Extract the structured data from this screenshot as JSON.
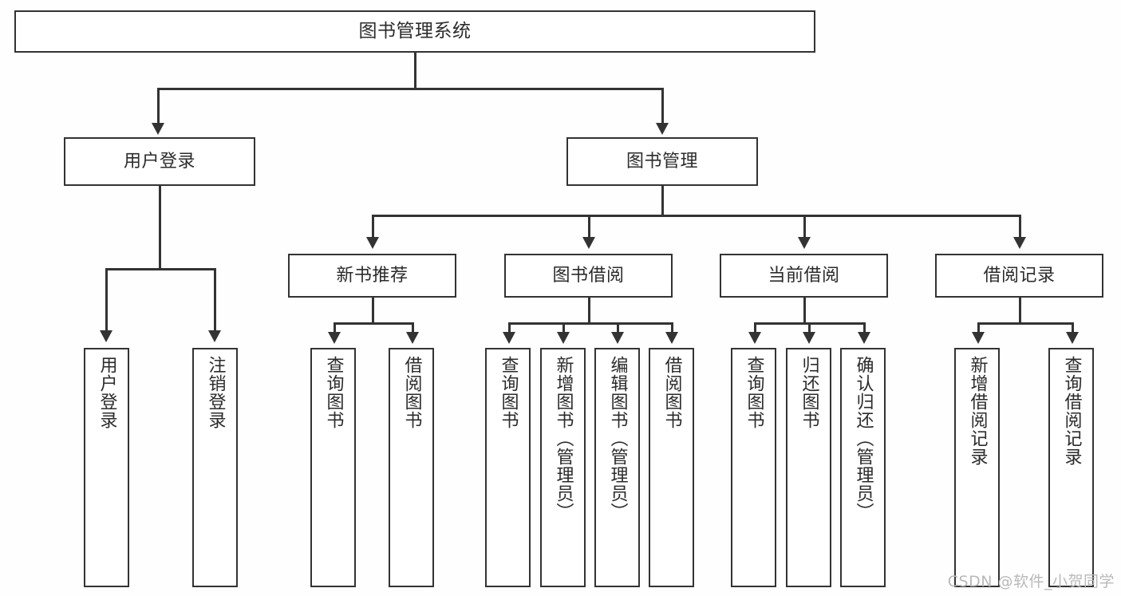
{
  "diagram": {
    "title": "图书管理系统",
    "watermark": "CSDN @软件_小贺同学",
    "colors": {
      "line": "#333333",
      "box_border": "#333333",
      "box_fill": "#ffffff",
      "text": "#2b2b2b",
      "background": "#fefefe",
      "watermark": "#b9b9b9"
    },
    "root": {
      "label": "图书管理系统"
    },
    "level2": [
      {
        "label": "用户登录"
      },
      {
        "label": "图书管理"
      }
    ],
    "level3": [
      {
        "label": "新书推荐"
      },
      {
        "label": "图书借阅"
      },
      {
        "label": "当前借阅"
      },
      {
        "label": "借阅记录"
      }
    ],
    "leaves": {
      "user_login": [
        {
          "label": "用户登录"
        },
        {
          "label": "注销登录"
        }
      ],
      "new_book": [
        {
          "label": "查询图书"
        },
        {
          "label": "借阅图书"
        }
      ],
      "book_borrow": [
        {
          "label": "查询图书"
        },
        {
          "label": "新增图书（管理员）"
        },
        {
          "label": "编辑图书（管理员）"
        },
        {
          "label": "借阅图书"
        }
      ],
      "current_borrow": [
        {
          "label": "查询图书"
        },
        {
          "label": "归还图书"
        },
        {
          "label": "确认归还（管理员）"
        }
      ],
      "borrow_record": [
        {
          "label": "新增借阅记录"
        },
        {
          "label": "查询借阅记录"
        }
      ]
    }
  },
  "chart_data": {
    "type": "diagram",
    "diagram_kind": "tree / functional decomposition",
    "title": "图书管理系统",
    "orientation": "top-down",
    "nodes": [
      {
        "id": "root",
        "label": "图书管理系统",
        "level": 0,
        "parent": null
      },
      {
        "id": "n1",
        "label": "用户登录",
        "level": 1,
        "parent": "root"
      },
      {
        "id": "n2",
        "label": "图书管理",
        "level": 1,
        "parent": "root"
      },
      {
        "id": "n1a",
        "label": "用户登录",
        "level": 2,
        "parent": "n1"
      },
      {
        "id": "n1b",
        "label": "注销登录",
        "level": 2,
        "parent": "n1"
      },
      {
        "id": "n2a",
        "label": "新书推荐",
        "level": 2,
        "parent": "n2"
      },
      {
        "id": "n2b",
        "label": "图书借阅",
        "level": 2,
        "parent": "n2"
      },
      {
        "id": "n2c",
        "label": "当前借阅",
        "level": 2,
        "parent": "n2"
      },
      {
        "id": "n2d",
        "label": "借阅记录",
        "level": 2,
        "parent": "n2"
      },
      {
        "id": "n2a1",
        "label": "查询图书",
        "level": 3,
        "parent": "n2a"
      },
      {
        "id": "n2a2",
        "label": "借阅图书",
        "level": 3,
        "parent": "n2a"
      },
      {
        "id": "n2b1",
        "label": "查询图书",
        "level": 3,
        "parent": "n2b"
      },
      {
        "id": "n2b2",
        "label": "新增图书（管理员）",
        "level": 3,
        "parent": "n2b"
      },
      {
        "id": "n2b3",
        "label": "编辑图书（管理员）",
        "level": 3,
        "parent": "n2b"
      },
      {
        "id": "n2b4",
        "label": "借阅图书",
        "level": 3,
        "parent": "n2b"
      },
      {
        "id": "n2c1",
        "label": "查询图书",
        "level": 3,
        "parent": "n2c"
      },
      {
        "id": "n2c2",
        "label": "归还图书",
        "level": 3,
        "parent": "n2c"
      },
      {
        "id": "n2c3",
        "label": "确认归还（管理员）",
        "level": 3,
        "parent": "n2c"
      },
      {
        "id": "n2d1",
        "label": "新增借阅记录",
        "level": 3,
        "parent": "n2d"
      },
      {
        "id": "n2d2",
        "label": "查询借阅记录",
        "level": 3,
        "parent": "n2d"
      }
    ],
    "edge_style": "orthogonal with arrowheads"
  }
}
